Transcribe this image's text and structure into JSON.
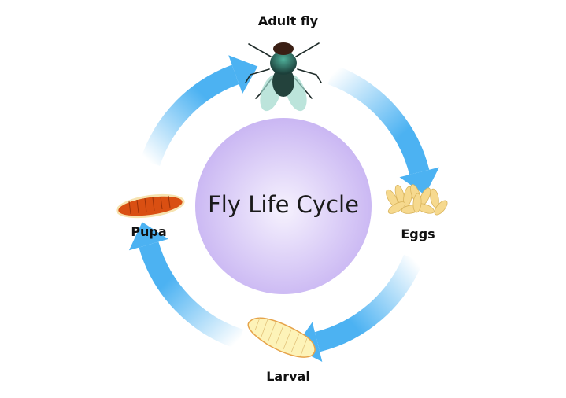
{
  "title": "Fly Life Cycle",
  "stages": {
    "adult": "Adult fly",
    "eggs": "Eggs",
    "larval": "Larval",
    "pupa": "Pupa"
  },
  "colors": {
    "arrow": "#4cb2f2",
    "circle": "#c9b6f3",
    "circle_center": "#f4effd"
  }
}
